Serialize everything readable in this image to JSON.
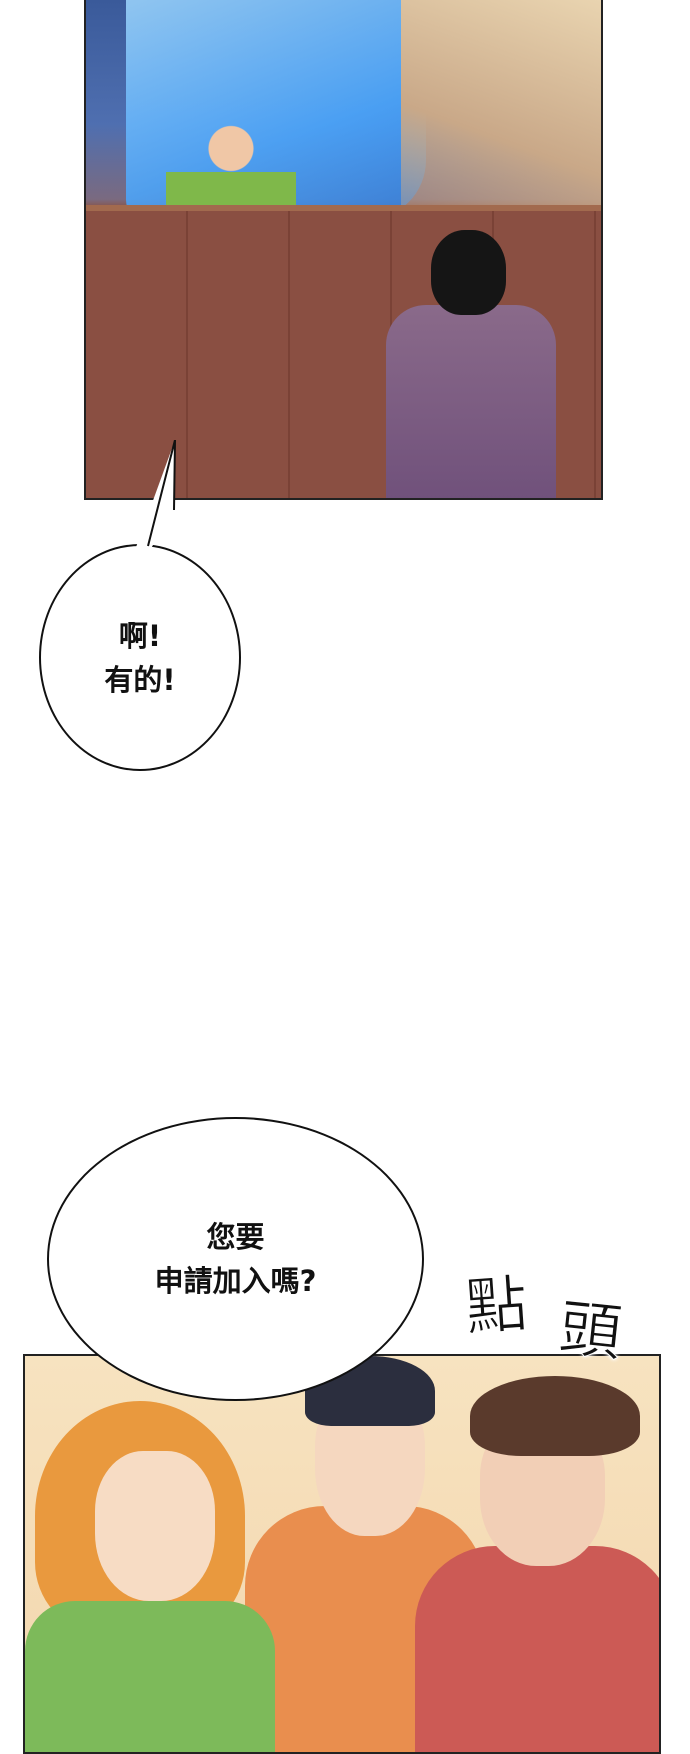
{
  "panels": [
    {
      "id": "panel-1",
      "scene": "guild-counter"
    },
    {
      "id": "panel-2",
      "scene": "three-characters"
    }
  ],
  "bubbles": {
    "first": {
      "line1": "啊!",
      "line2": "有的!"
    },
    "second": {
      "line1": "您要",
      "line2": "申請加入嗎?"
    }
  },
  "sfx": {
    "char1": "點",
    "char2": "頭"
  }
}
